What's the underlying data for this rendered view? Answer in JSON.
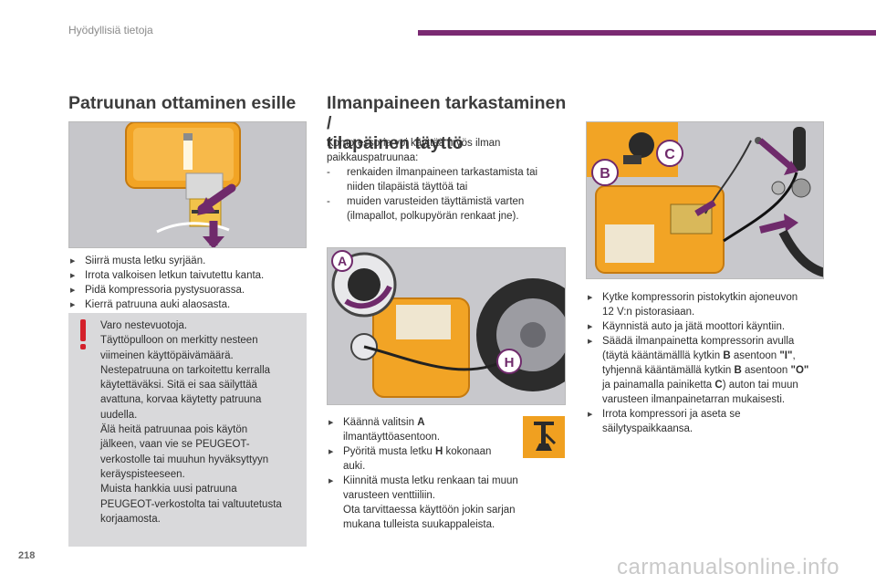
{
  "header": {
    "title": "Hyödyllisiä tietoja"
  },
  "left": {
    "heading": "Patruunan ottaminen esille",
    "bullets": [
      "Siirrä musta letku syrjään.",
      "Irrota valkoisen letkun taivutettu kanta.",
      "Pidä kompressoria pystysuorassa.",
      "Kierrä patruuna auki alaosasta."
    ],
    "warning": {
      "lines": [
        "Varo nestevuotoja.",
        "Täyttöpulloon on merkitty nesteen",
        "viimeinen käyttöpäivämäärä.",
        "Nestepatruuna on tarkoitettu kerralla",
        "käytettäväksi. Sitä ei saa säilyttää",
        "avattuna, korvaa käytetty patruuna",
        "uudella.",
        "Älä heitä patruunaa pois käytön",
        "jälkeen, vaan vie se PEUGEOT-",
        "verkostolle tai muuhun hyväksyttyyn",
        "keräyspisteeseen.",
        "Muista hankkia uusi patruuna",
        "PEUGEOT-verkostolta tai valtuutetusta",
        "korjaamosta."
      ]
    }
  },
  "middle": {
    "heading_line1": "Ilmanpaineen tarkastaminen /",
    "heading_line2": "tilapäinen täyttö",
    "intro_line1": "Kompressoria voi käyttää myös ilman",
    "intro_line2": "paikkauspatruunaa:",
    "dash1_line1": "renkaiden ilmanpaineen tarkastamista tai",
    "dash1_line2": "niiden tilapäistä täyttöä tai",
    "dash2_line1": "muiden varusteiden täyttämistä varten",
    "dash2_line2": "(ilmapallot, polkupyörän renkaat jne).",
    "image_labels": {
      "a": "A",
      "h": "H"
    },
    "b1_pre": "Käännä valitsin ",
    "b1_bold": "A",
    "b1_line2": "ilmantäyttöasentoon.",
    "b2_pre": "Pyöritä musta letku ",
    "b2_bold": "H",
    "b2_post": " kokonaan",
    "b2_line2": "auki.",
    "b3_line1": "Kiinnitä musta letku renkaan tai muun",
    "b3_line2": "varusteen venttiiliin.",
    "b3_line3": "Ota tarvittaessa käyttöön jokin sarjan",
    "b3_line4": "mukana tulleista suukappaleista."
  },
  "right": {
    "image_labels": {
      "b": "B",
      "c": "C"
    },
    "b1_line1": "Kytke kompressorin pistokytkin ajoneuvon",
    "b1_line2": "12 V:n pistorasiaan.",
    "b2": "Käynnistä auto ja jätä moottori käyntiin.",
    "b3_line1": "Säädä ilmanpainetta kompressorin avulla",
    "b3_pre": "(täytä kääntämälllä kytkin ",
    "b3_b": "B",
    "b3_mid": " asentoon ",
    "b3_q1": "\"I\"",
    "b3_comma": ",",
    "b3_pre2": "tyhjennä kääntämällä kytkin ",
    "b3_b2": "B",
    "b3_mid2": " asentoon ",
    "b3_q2": "\"O\"",
    "b3_pre3": "ja painamalla painiketta ",
    "b3_c": "C",
    "b3_post3": ") auton tai muun",
    "b3_line5": "varusteen ilmanpainetarran mukaisesti.",
    "b4_line1": "Irrota kompressori ja aseta se",
    "b4_line2": "säilytyspaikkaansa."
  },
  "footer": {
    "page_number": "218",
    "watermark": "carmanualsonline.info"
  },
  "colors": {
    "accent": "#7a2a72",
    "warning_red": "#d4202a",
    "orange": "#f0a020"
  }
}
